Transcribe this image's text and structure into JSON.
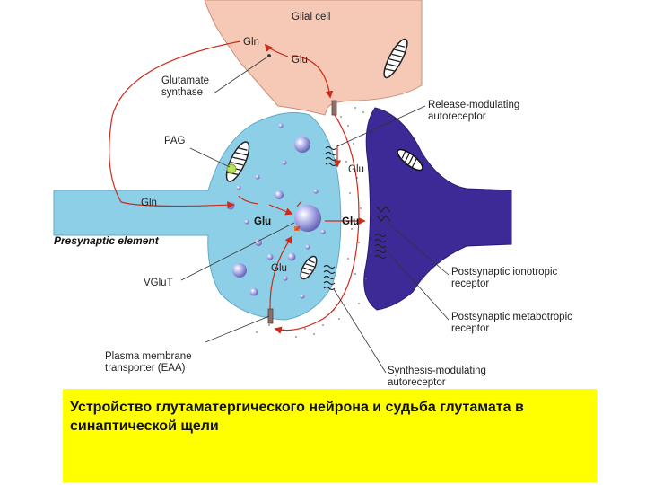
{
  "labels": {
    "glial_cell": "Glial cell",
    "gln_glial": "Gln",
    "glu_glial": "Glu",
    "glutamate_synthase": [
      "Glutamate",
      "synthase"
    ],
    "pag": "PAG",
    "gln_axon": "Gln",
    "presynaptic_element": "Presynaptic element",
    "glu_center": "Glu",
    "glu_cleft": "Glu",
    "glu_cleft_right": "Glu",
    "glu_lower": "Glu",
    "vglut": "VGluT",
    "plasma_membrane": [
      "Plasma membrane",
      "transporter (EAA)"
    ],
    "release_modulating": [
      "Release-modulating",
      "autoreceptor"
    ],
    "postsynaptic_ionotropic": [
      "Postsynaptic ionotropic",
      "receptor"
    ],
    "postsynaptic_metabotropic": [
      "Postsynaptic metabotropic",
      "receptor"
    ],
    "synthesis_modulating": [
      "Synthesis-modulating",
      "autoreceptor"
    ]
  },
  "caption": "Устройство глутаматергического нейрона и судьба глутамата в синаптической щели",
  "colors": {
    "glial_fill": "#f5c9b6",
    "presynaptic_fill": "#8ecfe8",
    "postsynaptic_fill": "#3d2a96",
    "arrow": "#cc2a1a",
    "caption_bg": "#ffff00"
  }
}
